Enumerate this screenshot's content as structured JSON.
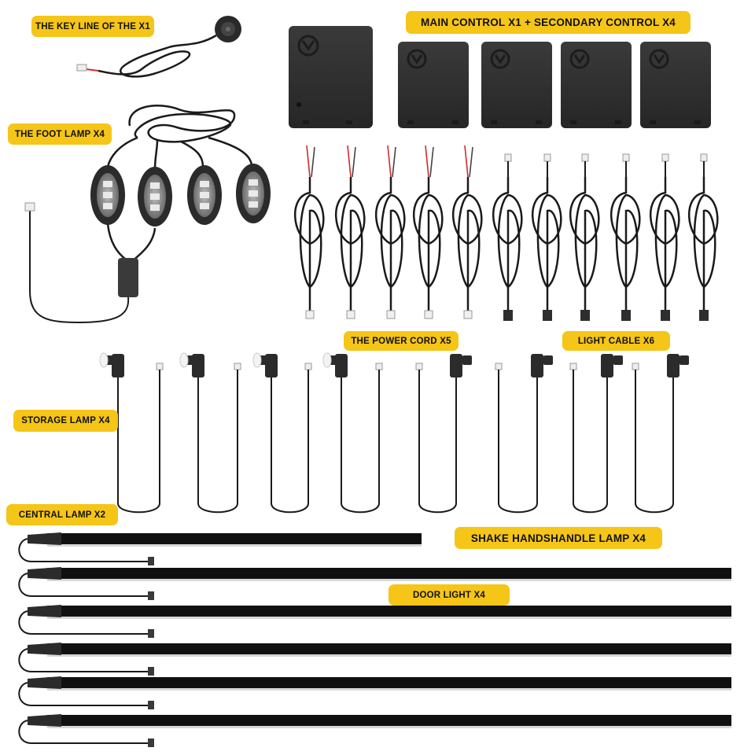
{
  "labels": {
    "key_line": "THE KEY LINE OF THE X1",
    "foot_lamp": "THE FOOT LAMP X4",
    "main_control": "MAIN CONTROL X1 + SECONDARY CONTROL X4",
    "power_cord": "THE POWER CORD X5",
    "light_cable": "LIGHT CABLE X6",
    "storage_lamp": "STORAGE LAMP X4",
    "central_lamp": "CENTRAL LAMP X2",
    "shake_handle_lamp": "SHAKE HANDSHANDLE LAMP X4",
    "door_light": "DOOR LIGHT X4"
  },
  "colors": {
    "label_bg": "#f5c518",
    "label_text": "#111111",
    "device": "#2b2b2b",
    "cable": "#1a1a1a",
    "wire_red": "#d22b2b"
  }
}
